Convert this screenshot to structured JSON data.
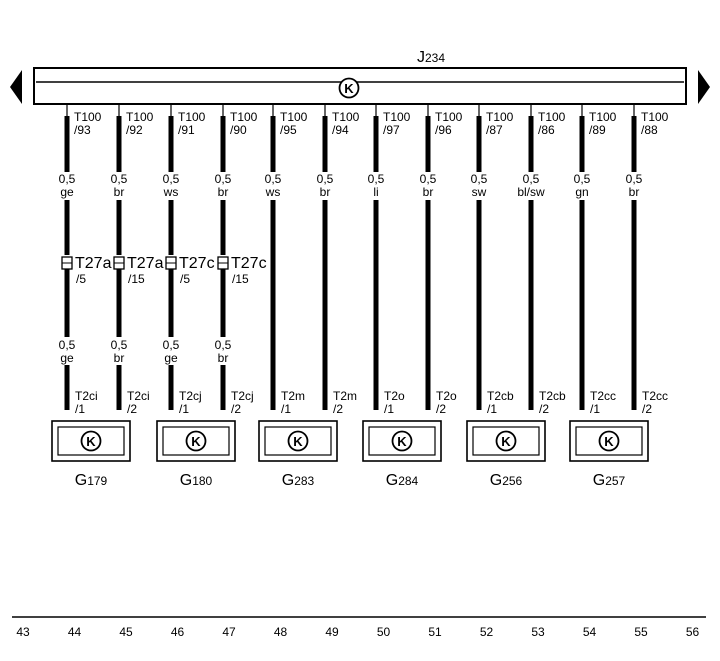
{
  "ecu": {
    "label": "J",
    "sub": "234"
  },
  "icon": "control-unit-k-icon",
  "wires": [
    {
      "pin_top": "T100",
      "pin_top_no": "/93",
      "gauge": "0,5",
      "color_top": "ge",
      "connector": "T27a",
      "connector_pin": "/5",
      "gauge_bottom": "0,5",
      "color_bottom": "ge",
      "pin_bottom": "T2ci",
      "pin_bottom_no": "/1"
    },
    {
      "pin_top": "T100",
      "pin_top_no": "/92",
      "gauge": "0,5",
      "color_top": "br",
      "connector": "T27a",
      "connector_pin": "/15",
      "gauge_bottom": "0,5",
      "color_bottom": "br",
      "pin_bottom": "T2ci",
      "pin_bottom_no": "/2"
    },
    {
      "pin_top": "T100",
      "pin_top_no": "/91",
      "gauge": "0,5",
      "color_top": "ws",
      "connector": "T27c",
      "connector_pin": "/5",
      "gauge_bottom": "0,5",
      "color_bottom": "ge",
      "pin_bottom": "T2cj",
      "pin_bottom_no": "/1"
    },
    {
      "pin_top": "T100",
      "pin_top_no": "/90",
      "gauge": "0,5",
      "color_top": "br",
      "connector": "T27c",
      "connector_pin": "/15",
      "gauge_bottom": "0,5",
      "color_bottom": "br",
      "pin_bottom": "T2cj",
      "pin_bottom_no": "/2"
    },
    {
      "pin_top": "T100",
      "pin_top_no": "/95",
      "gauge": "0,5",
      "color_top": "ws",
      "pin_bottom": "T2m",
      "pin_bottom_no": "/1"
    },
    {
      "pin_top": "T100",
      "pin_top_no": "/94",
      "gauge": "0,5",
      "color_top": "br",
      "pin_bottom": "T2m",
      "pin_bottom_no": "/2"
    },
    {
      "pin_top": "T100",
      "pin_top_no": "/97",
      "gauge": "0,5",
      "color_top": "li",
      "pin_bottom": "T2o",
      "pin_bottom_no": "/1"
    },
    {
      "pin_top": "T100",
      "pin_top_no": "/96",
      "gauge": "0,5",
      "color_top": "br",
      "pin_bottom": "T2o",
      "pin_bottom_no": "/2"
    },
    {
      "pin_top": "T100",
      "pin_top_no": "/87",
      "gauge": "0,5",
      "color_top": "sw",
      "pin_bottom": "T2cb",
      "pin_bottom_no": "/1"
    },
    {
      "pin_top": "T100",
      "pin_top_no": "/86",
      "gauge": "0,5",
      "color_top": "bl/sw",
      "pin_bottom": "T2cb",
      "pin_bottom_no": "/2"
    },
    {
      "pin_top": "T100",
      "pin_top_no": "/89",
      "gauge": "0,5",
      "color_top": "gn",
      "pin_bottom": "T2cc",
      "pin_bottom_no": "/1"
    },
    {
      "pin_top": "T100",
      "pin_top_no": "/88",
      "gauge": "0,5",
      "color_top": "br",
      "pin_bottom": "T2cc",
      "pin_bottom_no": "/2"
    }
  ],
  "sensors": [
    {
      "label": "G",
      "sub": "179"
    },
    {
      "label": "G",
      "sub": "180"
    },
    {
      "label": "G",
      "sub": "283"
    },
    {
      "label": "G",
      "sub": "284"
    },
    {
      "label": "G",
      "sub": "256"
    },
    {
      "label": "G",
      "sub": "257"
    }
  ],
  "columns": [
    "43",
    "44",
    "45",
    "46",
    "47",
    "48",
    "49",
    "50",
    "51",
    "52",
    "53",
    "54",
    "55",
    "56"
  ]
}
